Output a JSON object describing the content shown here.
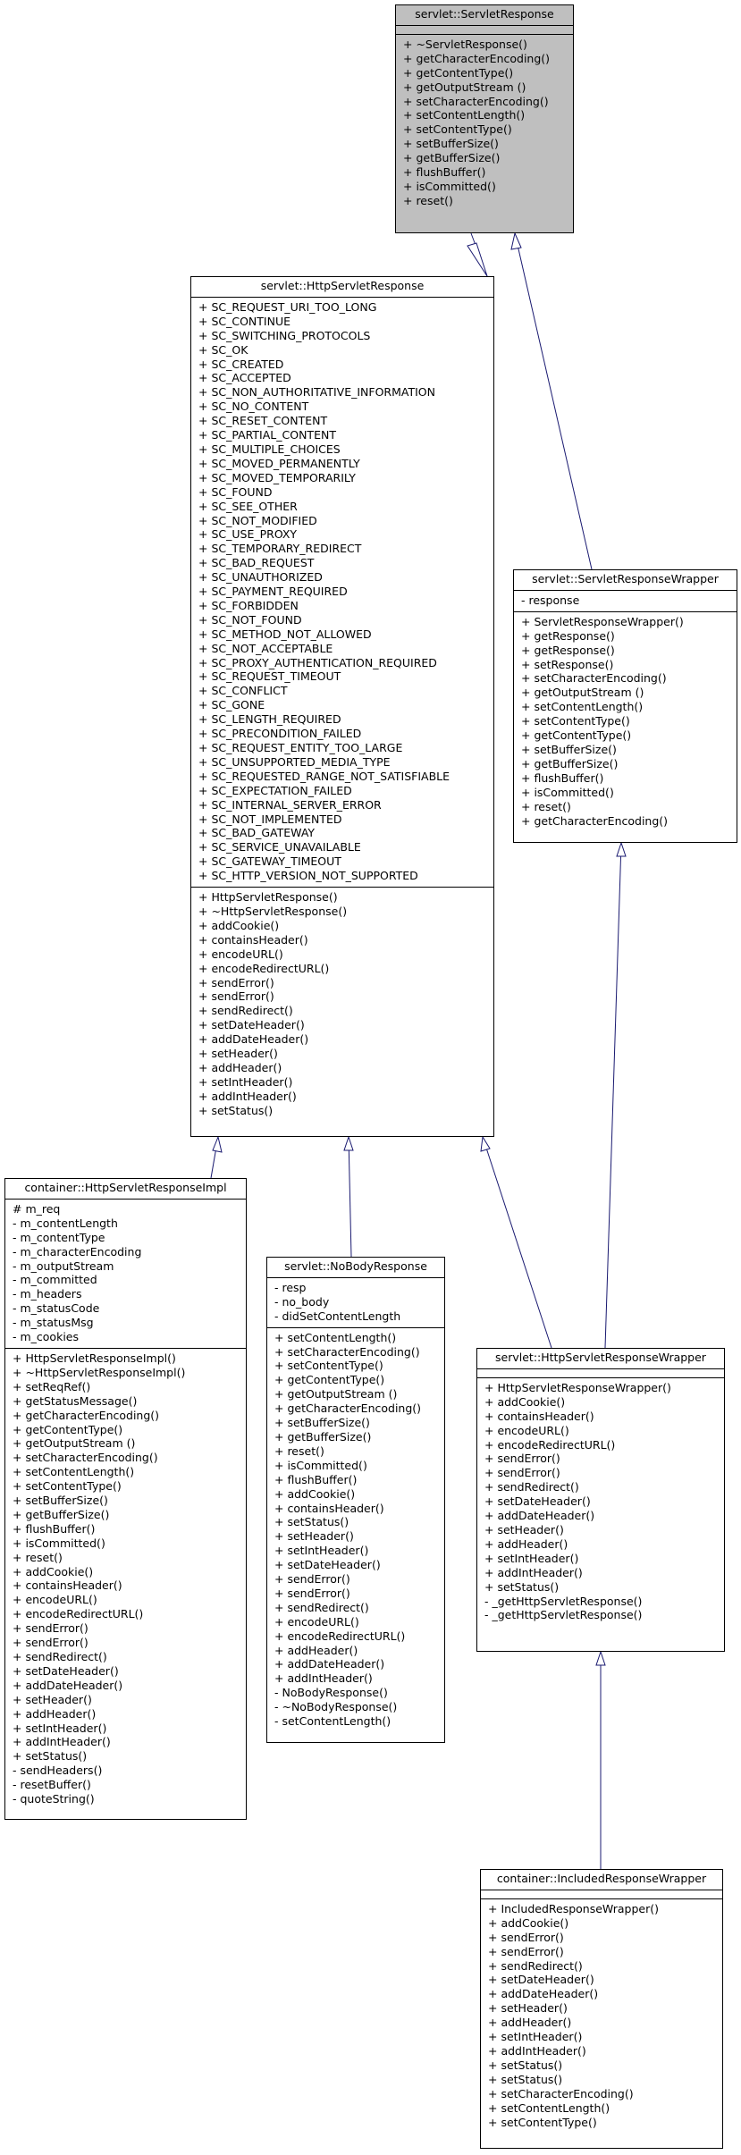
{
  "classes": {
    "servlet_response": {
      "name": "servlet::ServletResponse",
      "attributes": [],
      "methods": [
        "+ ~ServletResponse()",
        "+ getCharacterEncoding()",
        "+ getContentType()",
        "+ getOutputStream ()",
        "+ setCharacterEncoding()",
        "+ setContentLength()",
        "+ setContentType()",
        "+ setBufferSize()",
        "+ getBufferSize()",
        "+ flushBuffer()",
        "+ isCommitted()",
        "+ reset()"
      ]
    },
    "http_servlet_response": {
      "name": "servlet::HttpServletResponse",
      "attributes": [
        "+ SC_REQUEST_URI_TOO_LONG",
        "+ SC_CONTINUE",
        "+ SC_SWITCHING_PROTOCOLS",
        "+ SC_OK",
        "+ SC_CREATED",
        "+ SC_ACCEPTED",
        "+ SC_NON_AUTHORITATIVE_INFORMATION",
        "+ SC_NO_CONTENT",
        "+ SC_RESET_CONTENT",
        "+ SC_PARTIAL_CONTENT",
        "+ SC_MULTIPLE_CHOICES",
        "+ SC_MOVED_PERMANENTLY",
        "+ SC_MOVED_TEMPORARILY",
        "+ SC_FOUND",
        "+ SC_SEE_OTHER",
        "+ SC_NOT_MODIFIED",
        "+ SC_USE_PROXY",
        "+ SC_TEMPORARY_REDIRECT",
        "+ SC_BAD_REQUEST",
        "+ SC_UNAUTHORIZED",
        "+ SC_PAYMENT_REQUIRED",
        "+ SC_FORBIDDEN",
        "+ SC_NOT_FOUND",
        "+ SC_METHOD_NOT_ALLOWED",
        "+ SC_NOT_ACCEPTABLE",
        "+ SC_PROXY_AUTHENTICATION_REQUIRED",
        "+ SC_REQUEST_TIMEOUT",
        "+ SC_CONFLICT",
        "+ SC_GONE",
        "+ SC_LENGTH_REQUIRED",
        "+ SC_PRECONDITION_FAILED",
        "+ SC_REQUEST_ENTITY_TOO_LARGE",
        "+ SC_UNSUPPORTED_MEDIA_TYPE",
        "+ SC_REQUESTED_RANGE_NOT_SATISFIABLE",
        "+ SC_EXPECTATION_FAILED",
        "+ SC_INTERNAL_SERVER_ERROR",
        "+ SC_NOT_IMPLEMENTED",
        "+ SC_BAD_GATEWAY",
        "+ SC_SERVICE_UNAVAILABLE",
        "+ SC_GATEWAY_TIMEOUT",
        "+ SC_HTTP_VERSION_NOT_SUPPORTED"
      ],
      "methods": [
        "+ HttpServletResponse()",
        "+ ~HttpServletResponse()",
        "+ addCookie()",
        "+ containsHeader()",
        "+ encodeURL()",
        "+ encodeRedirectURL()",
        "+ sendError()",
        "+ sendError()",
        "+ sendRedirect()",
        "+ setDateHeader()",
        "+ addDateHeader()",
        "+ setHeader()",
        "+ addHeader()",
        "+ setIntHeader()",
        "+ addIntHeader()",
        "+ setStatus()"
      ]
    },
    "servlet_response_wrapper": {
      "name": "servlet::ServletResponseWrapper",
      "attributes": [
        "- response"
      ],
      "methods": [
        "+ ServletResponseWrapper()",
        "+ getResponse()",
        "+ getResponse()",
        "+ setResponse()",
        "+ setCharacterEncoding()",
        "+ getOutputStream ()",
        "+ setContentLength()",
        "+ setContentType()",
        "+ getContentType()",
        "+ setBufferSize()",
        "+ getBufferSize()",
        "+ flushBuffer()",
        "+ isCommitted()",
        "+ reset()",
        "+ getCharacterEncoding()"
      ]
    },
    "container_http_servlet_response_impl": {
      "name": "container::HttpServletResponseImpl",
      "attributes": [
        "# m_req",
        "- m_contentLength",
        "- m_contentType",
        "- m_characterEncoding",
        "- m_outputStream",
        "- m_committed",
        "- m_headers",
        "- m_statusCode",
        "- m_statusMsg",
        "- m_cookies"
      ],
      "methods": [
        "+ HttpServletResponseImpl()",
        "+ ~HttpServletResponseImpl()",
        "+ setReqRef()",
        "+ getStatusMessage()",
        "+ getCharacterEncoding()",
        "+ getContentType()",
        "+ getOutputStream ()",
        "+ setCharacterEncoding()",
        "+ setContentLength()",
        "+ setContentType()",
        "+ setBufferSize()",
        "+ getBufferSize()",
        "+ flushBuffer()",
        "+ isCommitted()",
        "+ reset()",
        "+ addCookie()",
        "+ containsHeader()",
        "+ encodeURL()",
        "+ encodeRedirectURL()",
        "+ sendError()",
        "+ sendError()",
        "+ sendRedirect()",
        "+ setDateHeader()",
        "+ addDateHeader()",
        "+ setHeader()",
        "+ addHeader()",
        "+ setIntHeader()",
        "+ addIntHeader()",
        "+ setStatus()",
        "- sendHeaders()",
        "- resetBuffer()",
        "- quoteString()"
      ]
    },
    "servlet_no_body_response": {
      "name": "servlet::NoBodyResponse",
      "attributes": [
        "- resp",
        "- no_body",
        "- didSetContentLength"
      ],
      "methods": [
        "+ setContentLength()",
        "+ setCharacterEncoding()",
        "+ setContentType()",
        "+ getContentType()",
        "+ getOutputStream ()",
        "+ getCharacterEncoding()",
        "+ setBufferSize()",
        "+ getBufferSize()",
        "+ reset()",
        "+ isCommitted()",
        "+ flushBuffer()",
        "+ addCookie()",
        "+ containsHeader()",
        "+ setStatus()",
        "+ setHeader()",
        "+ setIntHeader()",
        "+ setDateHeader()",
        "+ sendError()",
        "+ sendError()",
        "+ sendRedirect()",
        "+ encodeURL()",
        "+ encodeRedirectURL()",
        "+ addHeader()",
        "+ addDateHeader()",
        "+ addIntHeader()",
        "- NoBodyResponse()",
        "- ~NoBodyResponse()",
        "- setContentLength()"
      ]
    },
    "servlet_http_servlet_response_wrapper": {
      "name": "servlet::HttpServletResponseWrapper",
      "attributes": [],
      "methods": [
        "+ HttpServletResponseWrapper()",
        "+ addCookie()",
        "+ containsHeader()",
        "+ encodeURL()",
        "+ encodeRedirectURL()",
        "+ sendError()",
        "+ sendError()",
        "+ sendRedirect()",
        "+ setDateHeader()",
        "+ addDateHeader()",
        "+ setHeader()",
        "+ addHeader()",
        "+ setIntHeader()",
        "+ addIntHeader()",
        "+ setStatus()",
        "- _getHttpServletResponse()",
        "- _getHttpServletResponse()"
      ]
    },
    "container_included_response_wrapper": {
      "name": "container::IncludedResponseWrapper",
      "attributes": [],
      "methods": [
        "+ IncludedResponseWrapper()",
        "+ addCookie()",
        "+ sendError()",
        "+ sendError()",
        "+ sendRedirect()",
        "+ setDateHeader()",
        "+ addDateHeader()",
        "+ setHeader()",
        "+ addHeader()",
        "+ setIntHeader()",
        "+ addIntHeader()",
        "+ setStatus()",
        "+ setStatus()",
        "+ setCharacterEncoding()",
        "+ setContentLength()",
        "+ setContentType()"
      ]
    }
  },
  "colors": {
    "highlight_fill": "#bfbfbf",
    "edge": "#191970",
    "border": "#000000"
  }
}
